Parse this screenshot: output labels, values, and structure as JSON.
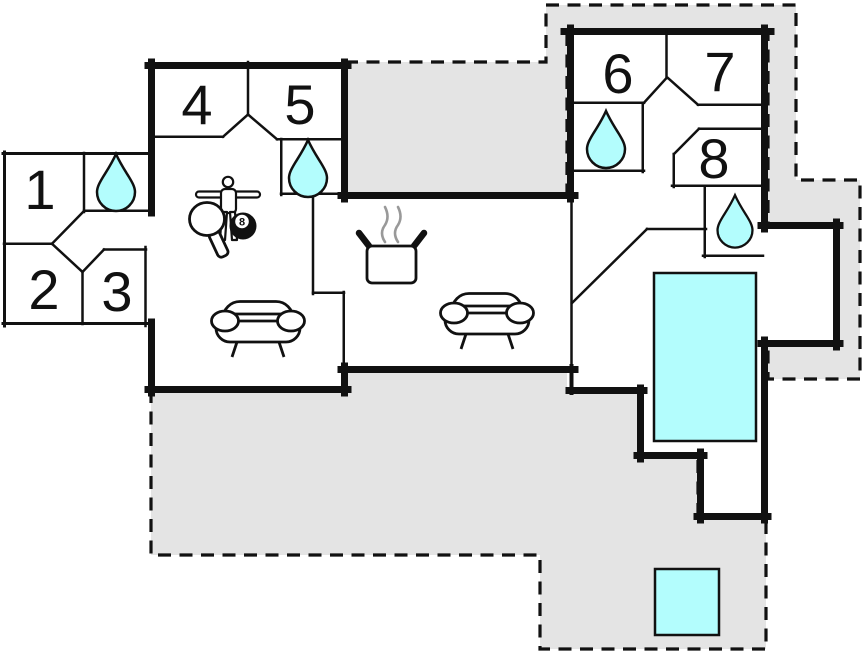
{
  "floorplan": {
    "title": "holiday-home-floor-plan",
    "colors": {
      "terrace": "#e4e4e4",
      "water": "#b3fdfd",
      "wall": "#111111",
      "room_fill": "#ffffff",
      "steam": "#999999"
    },
    "rooms": [
      {
        "number": "1"
      },
      {
        "number": "2"
      },
      {
        "number": "3"
      },
      {
        "number": "4"
      },
      {
        "number": "5"
      },
      {
        "number": "6"
      },
      {
        "number": "7"
      },
      {
        "number": "8"
      }
    ],
    "billiard_ball_label": "8",
    "icons": [
      {
        "name": "water-drop-icon",
        "count": 4
      },
      {
        "name": "sofa-icon",
        "count": 2
      },
      {
        "name": "cooking-pot-icon",
        "count": 1
      },
      {
        "name": "foosball-player-icon",
        "count": 1
      },
      {
        "name": "table-tennis-paddle-icon",
        "count": 1
      },
      {
        "name": "billiard-8-ball-icon",
        "count": 1
      },
      {
        "name": "swimming-pool",
        "count": 1
      },
      {
        "name": "hot-tub",
        "count": 1
      }
    ]
  }
}
